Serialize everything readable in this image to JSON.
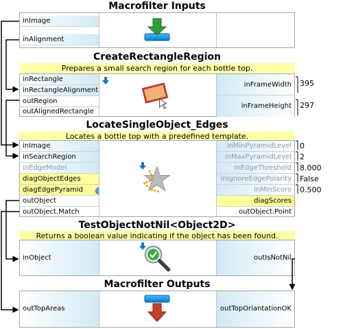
{
  "macro_inputs": {
    "title": "Macrofilter Inputs",
    "ports": [
      "inImage",
      "inAlignment"
    ]
  },
  "create_rect": {
    "title": "CreateRectangleRegion",
    "description": "Prepares a small search region for each bottle top.",
    "inputs": [
      "inRectangle",
      "inRectangleAlignment"
    ],
    "outputs": [
      "outRegion",
      "outAlignedRectangle"
    ],
    "params": [
      {
        "name": "inFrameWidth",
        "value": "395"
      },
      {
        "name": "inFrameHeight",
        "value": "297"
      }
    ]
  },
  "locate": {
    "title": "LocateSingleObject_Edges",
    "description": "Locates a bottle top with a predefined template.",
    "inputs": [
      "inImage",
      "inSearchRegion",
      "inEdgeModel",
      "diagObjectEdges",
      "diagEdgePyramid"
    ],
    "outputs": [
      "outObject",
      "outObject.Match"
    ],
    "params": [
      {
        "name": "inMinPyramidLevel",
        "value": "0"
      },
      {
        "name": "inMaxPyramidLevel",
        "value": "2"
      },
      {
        "name": "inEdgeThreshold",
        "value": "8.000"
      },
      {
        "name": "inIgnoreEdgePolarity",
        "value": "False"
      },
      {
        "name": "inMinScore",
        "value": "0.500"
      }
    ],
    "right_outputs": [
      "diagScores",
      "outObject.Point"
    ]
  },
  "test_nil": {
    "title": "TestObjectNotNil<Object2D>",
    "description": "Returns a boolean value indicating if the object has been found.",
    "inputs": [
      "inObject"
    ],
    "outputs": [
      "outIsNotNil"
    ]
  },
  "macro_outputs": {
    "title": "Macrofilter Outputs",
    "ports": [
      "outTopAreas",
      "outTopOriantationOK"
    ]
  },
  "colors": {
    "connection": "#000000",
    "port_gradient": "#d2eaf4",
    "description_bg": "#ffffaa",
    "diag_bg": "#fdfd9a",
    "disabled_text": "#8b98a3"
  },
  "icons": [
    "download-arrow-icon",
    "rectangle-region-icon",
    "star-template-icon",
    "magnifier-check-icon",
    "output-arrow-icon"
  ]
}
